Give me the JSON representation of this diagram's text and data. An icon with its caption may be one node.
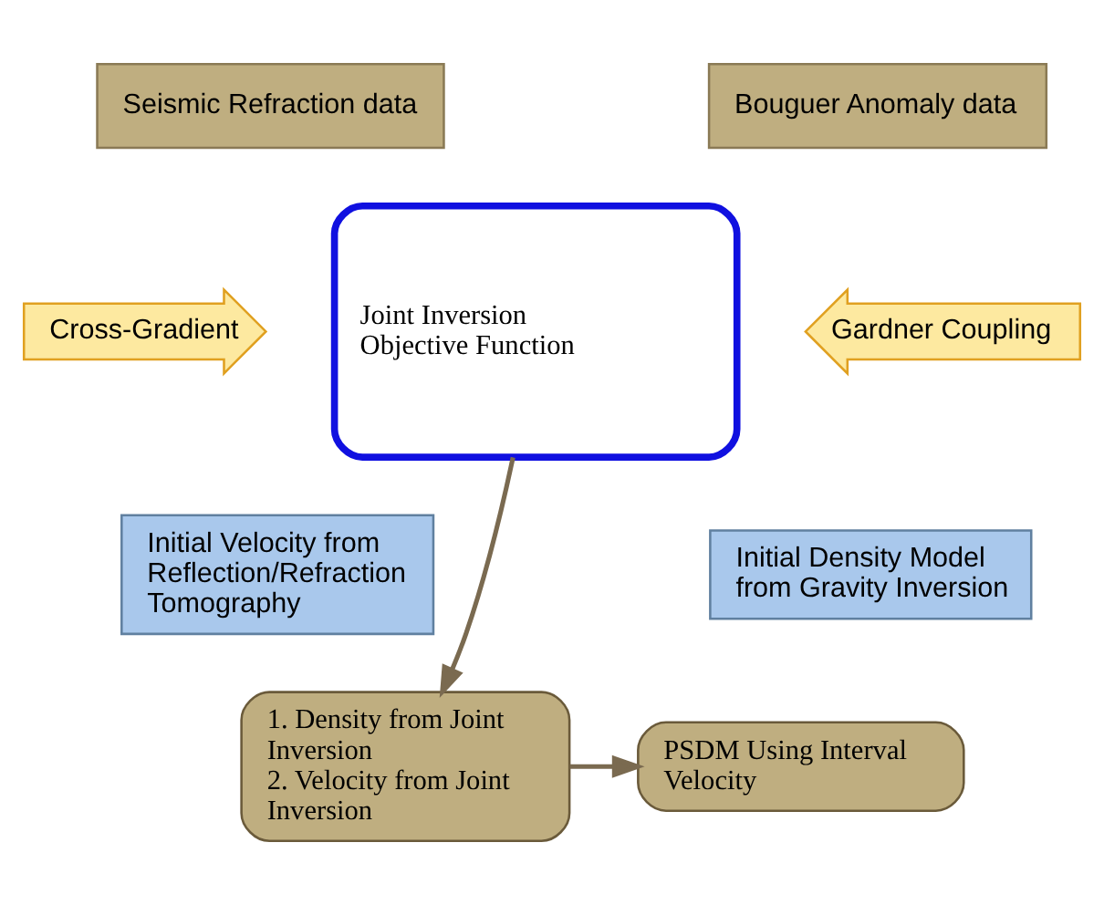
{
  "diagram": {
    "nodes": [
      {
        "text": [
          "Seismic Refraction data"
        ]
      },
      {
        "text": [
          "Bouguer Anomaly data"
        ]
      },
      {
        "text": [
          "Cross-Gradient"
        ]
      },
      {
        "text": [
          "Joint Inversion Objective Function"
        ]
      },
      {
        "text": [
          "Gardner Coupling"
        ]
      },
      {
        "text": [
          "Initial Velocity from Reflection/Refraction Tomography"
        ]
      },
      {
        "text": [
          "Initial Density Model from Gravity Inversion"
        ]
      },
      {
        "text": [
          "1. Density from Joint Inversion",
          "2. Velocity from Joint Inversion"
        ]
      },
      {
        "text": [
          "PSDM Using Interval Velocity"
        ]
      }
    ],
    "edges": [
      {
        "from": 3,
        "to": 7,
        "arrow": "to"
      },
      {
        "from": 7,
        "to": 8,
        "arrow": "to"
      }
    ]
  }
}
